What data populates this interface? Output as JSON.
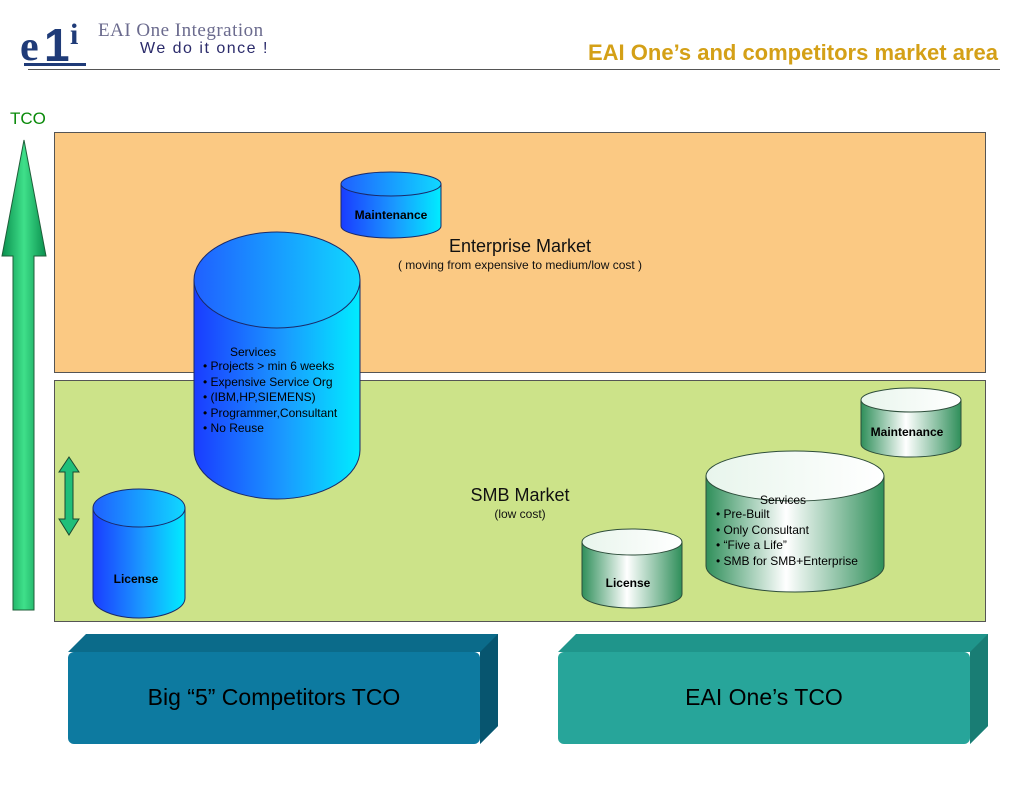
{
  "header": {
    "logo_mark": "e1i",
    "logo_line1": "EAI One Integration",
    "logo_line2": "We do it once !",
    "title": "EAI One’s and competitors market area"
  },
  "axis": {
    "label": "TCO"
  },
  "enterprise": {
    "title": "Enterprise Market",
    "subtitle": "( moving from expensive to medium/low cost )"
  },
  "smb": {
    "title": "SMB Market",
    "subtitle": "(low  cost)"
  },
  "competitor": {
    "maintenance_label": "Maintenance",
    "services_title": "Services",
    "services_items": [
      "Projects > min 6 weeks",
      "Expensive Service Org",
      "(IBM,HP,SIEMENS)",
      "Programmer,Consultant",
      "No Reuse"
    ],
    "license_label": "License"
  },
  "eai": {
    "maintenance_label": "Maintenance",
    "services_title": "Services",
    "services_items": [
      "Pre-Built",
      "Only Consultant",
      "“Five a Life”",
      "SMB for SMB+Enterprise"
    ],
    "license_label": "License"
  },
  "footer": {
    "competitor_box": "Big “5” Competitors TCO",
    "eai_box": "EAI One’s TCO"
  },
  "colors": {
    "title": "#d4a017",
    "enterprise_band": "#fbc983",
    "smb_band": "#cce389",
    "competitor_cylinder": "#1e7bff",
    "eai_cylinder": "#2e8b57",
    "competitor_box": "#007a9e",
    "eai_box": "#25a59a",
    "tco_arrow": "#0fb060"
  }
}
